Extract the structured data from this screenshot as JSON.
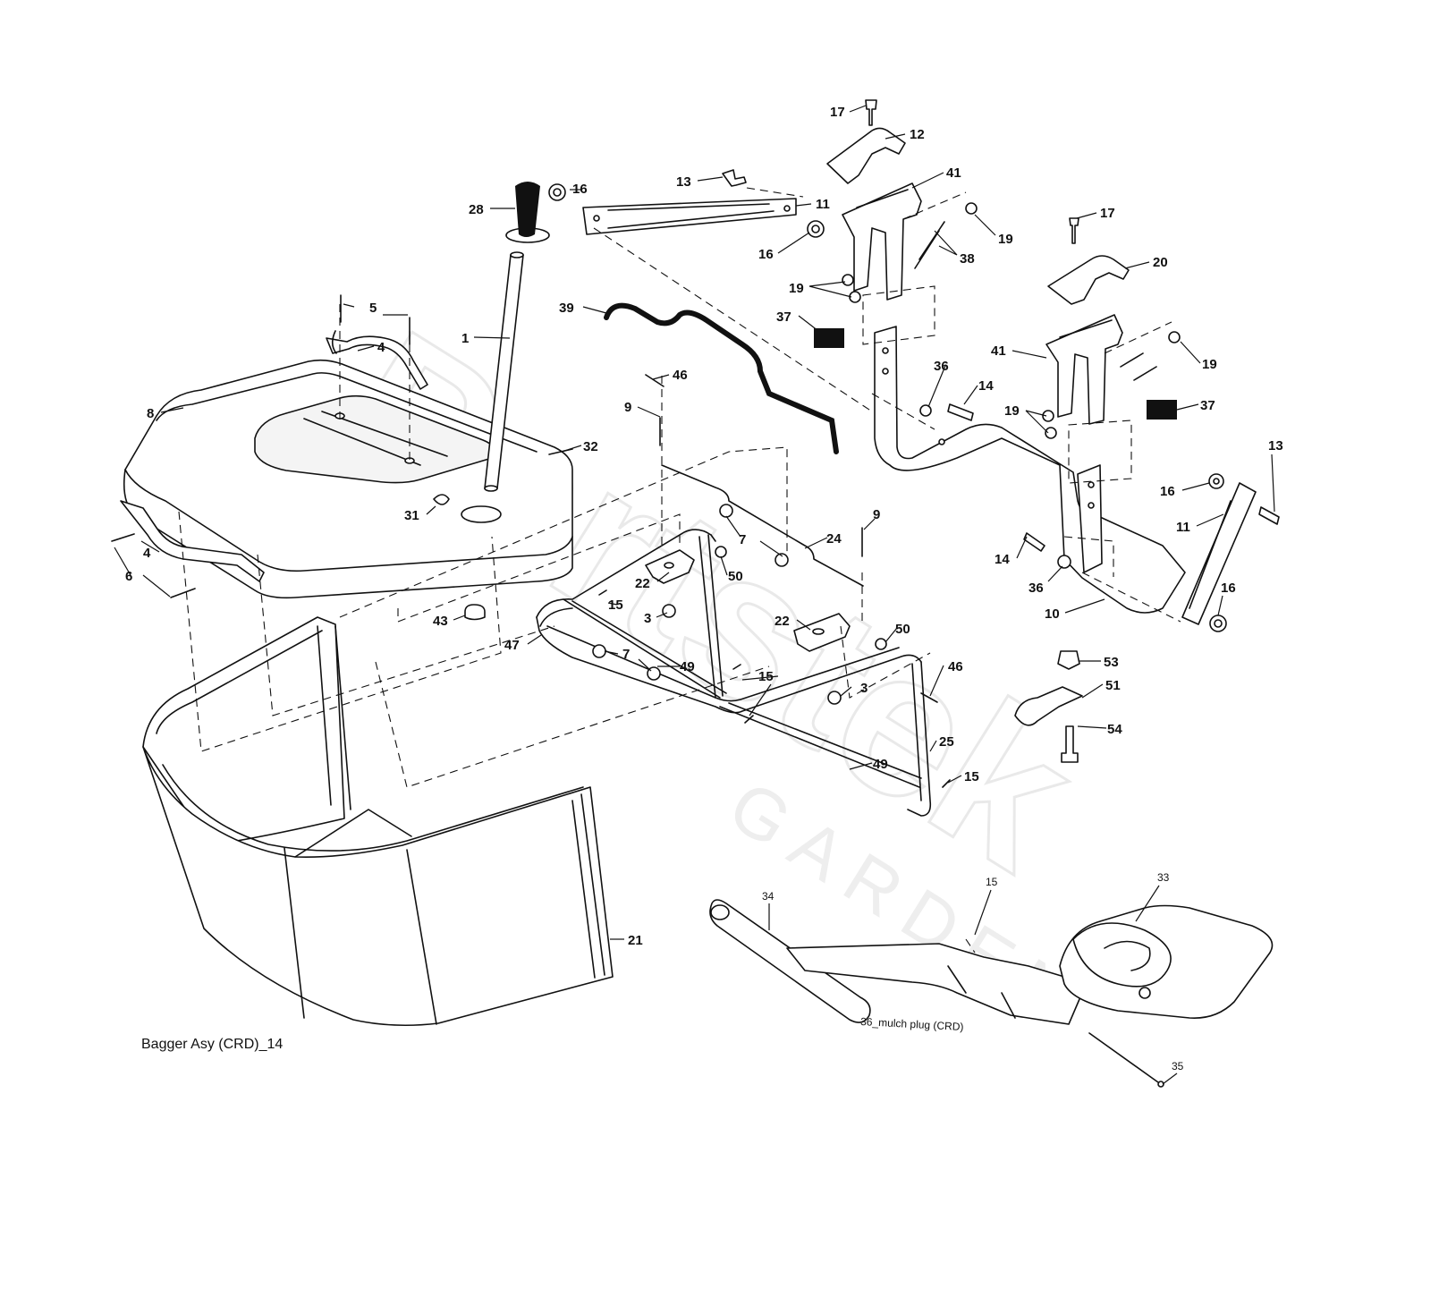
{
  "diagram": {
    "caption": "Bagger Asy (CRD)_14",
    "inset_caption": "36_mulch plug (CRD)",
    "watermark_brand": "Partstek",
    "watermark_sub": "GARDEN",
    "labels": [
      {
        "id": "l17a",
        "text": "17"
      },
      {
        "id": "l12",
        "text": "12"
      },
      {
        "id": "l41a",
        "text": "41"
      },
      {
        "id": "l13a",
        "text": "13"
      },
      {
        "id": "l11a",
        "text": "11"
      },
      {
        "id": "l16a",
        "text": "16"
      },
      {
        "id": "l28",
        "text": "28"
      },
      {
        "id": "l16b",
        "text": "16"
      },
      {
        "id": "l19a",
        "text": "19"
      },
      {
        "id": "l38",
        "text": "38"
      },
      {
        "id": "l17b",
        "text": "17"
      },
      {
        "id": "l20",
        "text": "20"
      },
      {
        "id": "l19b",
        "text": "19"
      },
      {
        "id": "l39",
        "text": "39"
      },
      {
        "id": "l37a",
        "text": "37"
      },
      {
        "id": "l5",
        "text": "5"
      },
      {
        "id": "l1",
        "text": "1"
      },
      {
        "id": "l4a",
        "text": "4"
      },
      {
        "id": "l41b",
        "text": "41"
      },
      {
        "id": "l19c",
        "text": "19"
      },
      {
        "id": "l46a",
        "text": "46"
      },
      {
        "id": "l36a",
        "text": "36"
      },
      {
        "id": "l14a",
        "text": "14"
      },
      {
        "id": "l9a",
        "text": "9"
      },
      {
        "id": "l19d",
        "text": "19"
      },
      {
        "id": "l37b",
        "text": "37"
      },
      {
        "id": "l8",
        "text": "8"
      },
      {
        "id": "l32",
        "text": "32"
      },
      {
        "id": "l13b",
        "text": "13"
      },
      {
        "id": "l16c",
        "text": "16"
      },
      {
        "id": "l31",
        "text": "31"
      },
      {
        "id": "l9b",
        "text": "9"
      },
      {
        "id": "l7a",
        "text": "7"
      },
      {
        "id": "l24",
        "text": "24"
      },
      {
        "id": "l11b",
        "text": "11"
      },
      {
        "id": "l4b",
        "text": "4"
      },
      {
        "id": "l6",
        "text": "6"
      },
      {
        "id": "l50a",
        "text": "50"
      },
      {
        "id": "l14b",
        "text": "14"
      },
      {
        "id": "l22a",
        "text": "22"
      },
      {
        "id": "l36b",
        "text": "36"
      },
      {
        "id": "l15a",
        "text": "15"
      },
      {
        "id": "l16d",
        "text": "16"
      },
      {
        "id": "l3a",
        "text": "3"
      },
      {
        "id": "l10",
        "text": "10"
      },
      {
        "id": "l43",
        "text": "43"
      },
      {
        "id": "l22b",
        "text": "22"
      },
      {
        "id": "l50b",
        "text": "50"
      },
      {
        "id": "l47",
        "text": "47"
      },
      {
        "id": "l7b",
        "text": "7"
      },
      {
        "id": "l49a",
        "text": "49"
      },
      {
        "id": "l53",
        "text": "53"
      },
      {
        "id": "l15b",
        "text": "15"
      },
      {
        "id": "l46b",
        "text": "46"
      },
      {
        "id": "l3b",
        "text": "3"
      },
      {
        "id": "l51",
        "text": "51"
      },
      {
        "id": "l54",
        "text": "54"
      },
      {
        "id": "l25",
        "text": "25"
      },
      {
        "id": "l49b",
        "text": "49"
      },
      {
        "id": "l15c",
        "text": "15"
      },
      {
        "id": "l21",
        "text": "21"
      },
      {
        "id": "l15d",
        "text": "15"
      },
      {
        "id": "l33",
        "text": "33"
      },
      {
        "id": "l34",
        "text": "34"
      },
      {
        "id": "l35",
        "text": "35"
      }
    ]
  }
}
